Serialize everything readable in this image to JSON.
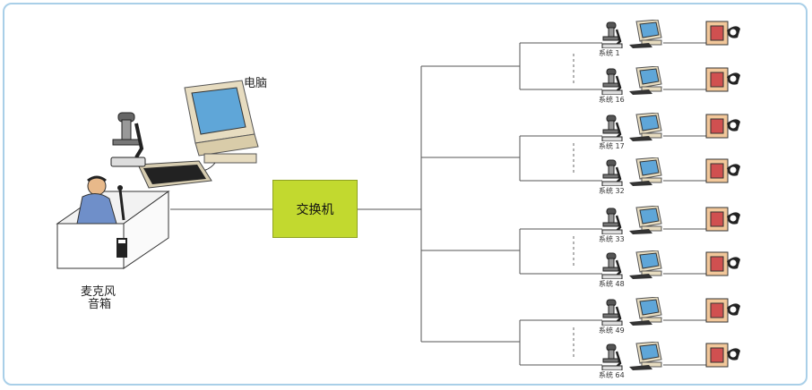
{
  "labels": {
    "computer": "电脑",
    "switch": "交换机",
    "mic": "麦克风",
    "speaker": "音箱"
  },
  "systems": [
    "系统 1",
    "系统 16",
    "系统 17",
    "系统 32",
    "系统 33",
    "系统 48",
    "系统 49",
    "系统 64"
  ],
  "colors": {
    "switch_fill": "#c2d92f",
    "frame_border": "#a9cfe8",
    "panel_fill": "#f2c79a",
    "screen_fill": "#5fa6d8"
  },
  "icons": {
    "microscope": "microscope-icon",
    "computer": "computer-icon",
    "hand_panel": "hand-panel-icon",
    "teacher": "teacher-icon",
    "desk": "desk-icon"
  }
}
